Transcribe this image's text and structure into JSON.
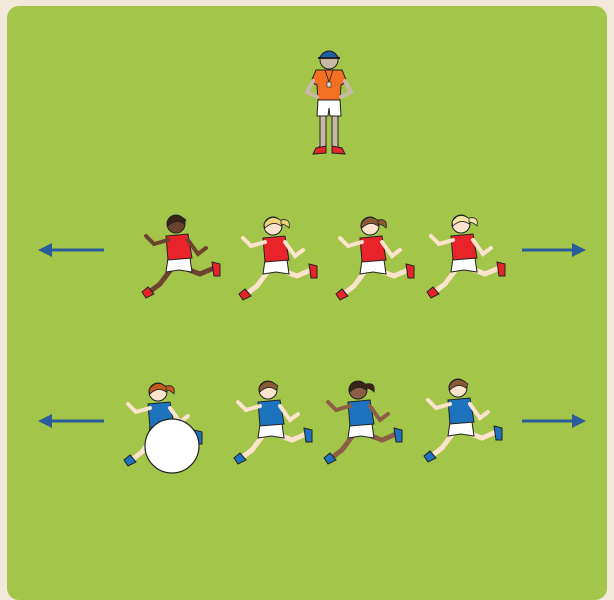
{
  "colors": {
    "background": "#F2E8DA",
    "field": "#A3C64A",
    "arrow": "#2B5D9A",
    "team_red": "#E8242A",
    "team_blue": "#1E73BE",
    "coach_shirt": "#F36F21",
    "coach_cap": "#1B5FA7",
    "shorts": "#FFFFFF",
    "ball": "#FFFFFF"
  },
  "scene": {
    "coach": {
      "icon": "coach-with-whistle-icon",
      "shirt": "orange",
      "cap": "blue"
    },
    "rows": [
      {
        "team": "red",
        "direction": "both-ways",
        "players": [
          {
            "hair": "#3A2418",
            "skin": "#6B4330",
            "icon": "runner-icon"
          },
          {
            "hair": "#F1D37A",
            "skin": "#FCE3CE",
            "icon": "runner-icon"
          },
          {
            "hair": "#8A5A35",
            "skin": "#FCE3CE",
            "icon": "runner-icon"
          },
          {
            "hair": "#F6E3A8",
            "skin": "#FCE3CE",
            "icon": "runner-icon"
          }
        ]
      },
      {
        "team": "blue",
        "direction": "both-ways",
        "players": [
          {
            "hair": "#C45A1E",
            "skin": "#FCE3CE",
            "icon": "runner-with-ball-icon",
            "has_ball": true
          },
          {
            "hair": "#8A5A35",
            "skin": "#FCE3CE",
            "icon": "runner-icon"
          },
          {
            "hair": "#3A2418",
            "skin": "#8B5E45",
            "icon": "runner-icon"
          },
          {
            "hair": "#8A5A35",
            "skin": "#FCE3CE",
            "icon": "runner-icon"
          }
        ]
      }
    ]
  }
}
